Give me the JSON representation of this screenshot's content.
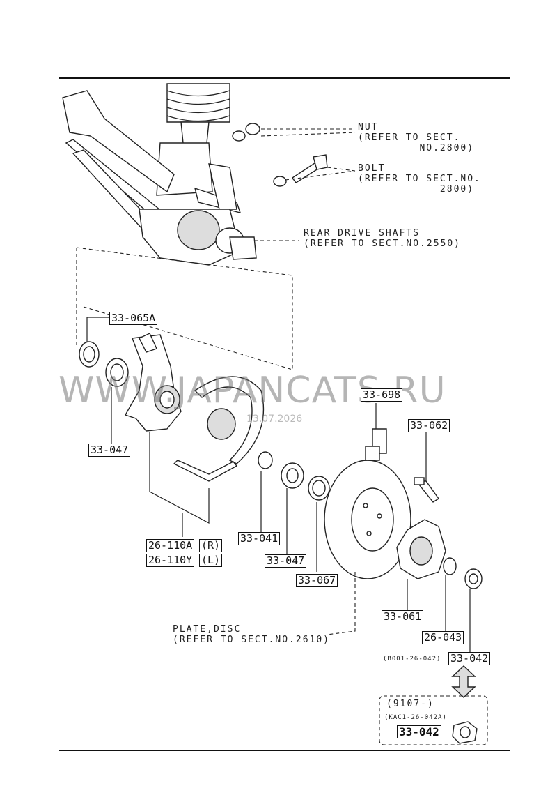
{
  "watermark": "WWW.JAPANCATS.RU",
  "watermark_date": "13.07.2026",
  "callouts": {
    "nut": "NUT\n(REFER TO SECT.\n         NO.2800)",
    "bolt": "BOLT\n(REFER TO SECT.NO.\n            2800)",
    "drive_shafts": "REAR DRIVE SHAFTS\n(REFER TO SECT.NO.2550)",
    "plate_disc": "PLATE,DISC\n(REFER TO SECT.NO.2610)"
  },
  "parts": {
    "p33_065A": "33-065A",
    "p33_047_a": "33-047",
    "p26_110A": "26-110A",
    "p26_110Y": "26-110Y",
    "side_r": "(R)",
    "side_l": "(L)",
    "p33_041": "33-041",
    "p33_047_b": "33-047",
    "p33_067": "33-067",
    "p33_698": "33-698",
    "p33_062": "33-062",
    "p33_061": "33-061",
    "p26_043": "26-043",
    "p33_042": "33-042",
    "p33_042_alt": "33-042"
  },
  "refs": {
    "old_number": "(B001-26-042)",
    "since": "(9107-)",
    "new_number": "(KAC1-26-042A)"
  }
}
